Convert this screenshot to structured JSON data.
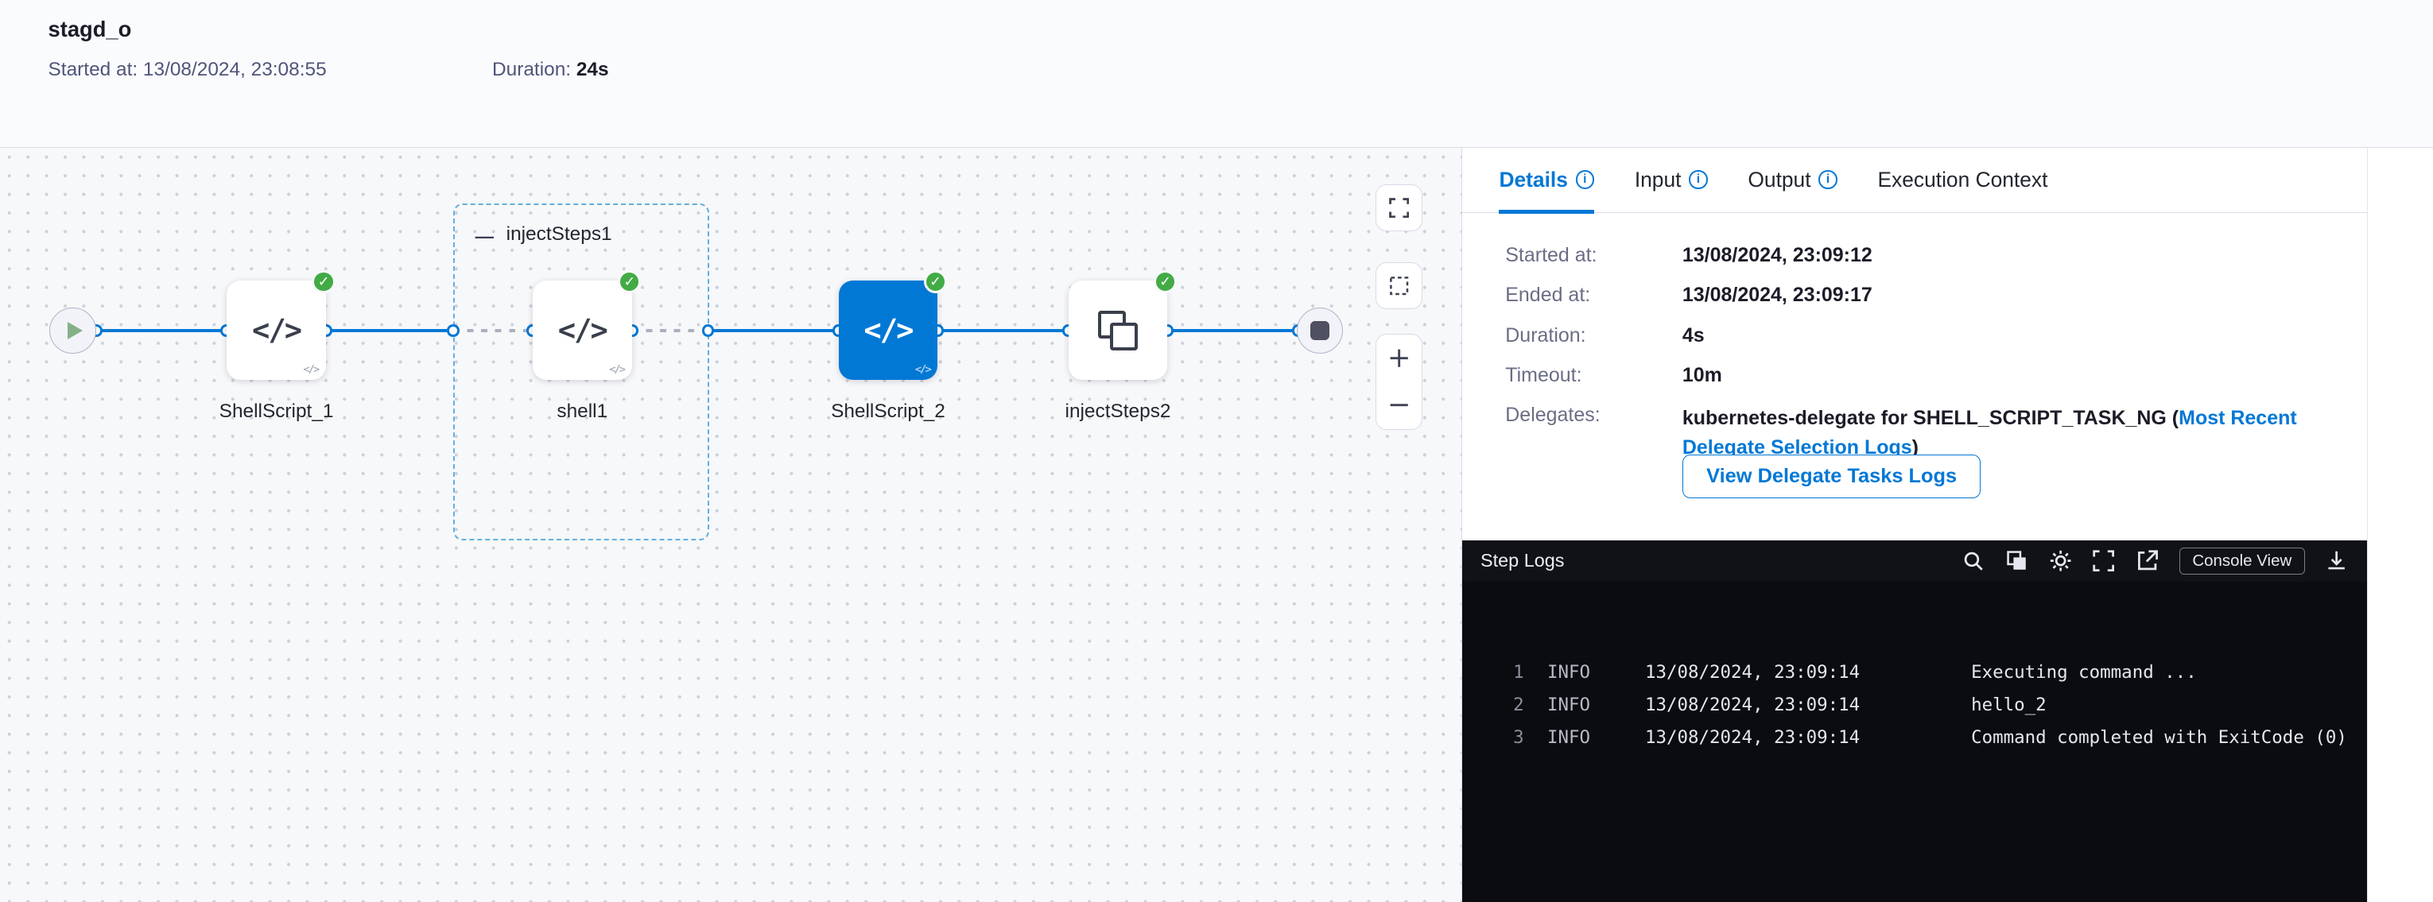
{
  "header": {
    "title": "stagd_o",
    "started_label": "Started at:",
    "started_value": "13/08/2024, 23:08:55",
    "duration_label": "Duration:",
    "duration_value": "24s"
  },
  "pipeline": {
    "group_label": "injectSteps1",
    "nodes": [
      {
        "id": "shellscript1",
        "label": "ShellScript_1"
      },
      {
        "id": "shell1",
        "label": "shell1"
      },
      {
        "id": "shellscript2",
        "label": "ShellScript_2"
      },
      {
        "id": "injectsteps2",
        "label": "injectSteps2"
      }
    ]
  },
  "tabs": [
    {
      "label": "Details"
    },
    {
      "label": "Input"
    },
    {
      "label": "Output"
    },
    {
      "label": "Execution Context"
    }
  ],
  "details": {
    "rows": [
      {
        "label": "Started at:",
        "value": "13/08/2024, 23:09:12"
      },
      {
        "label": "Ended at:",
        "value": "13/08/2024, 23:09:17"
      },
      {
        "label": "Duration:",
        "value": "4s"
      },
      {
        "label": "Timeout:",
        "value": "10m"
      }
    ],
    "delegates_label": "Delegates:",
    "delegates_text": "kubernetes-delegate for SHELL_SCRIPT_TASK_NG (",
    "delegates_link": "Most Recent Delegate Selection Logs",
    "delegates_text_end": ")",
    "view_logs_button": "View Delegate Tasks Logs"
  },
  "step_logs": {
    "title": "Step Logs",
    "console_view_label": "Console View",
    "lines": [
      {
        "num": "1",
        "level": "INFO",
        "time": "13/08/2024, 23:09:14",
        "message": "Executing command ..."
      },
      {
        "num": "2",
        "level": "INFO",
        "time": "13/08/2024, 23:09:14",
        "message": "hello_2"
      },
      {
        "num": "3",
        "level": "INFO",
        "time": "13/08/2024, 23:09:14",
        "message": "Command completed with ExitCode (0)"
      }
    ]
  },
  "colors": {
    "accent_blue": "#0278d5",
    "success_green": "#42ab45",
    "console_bg": "#0a0c0f"
  }
}
